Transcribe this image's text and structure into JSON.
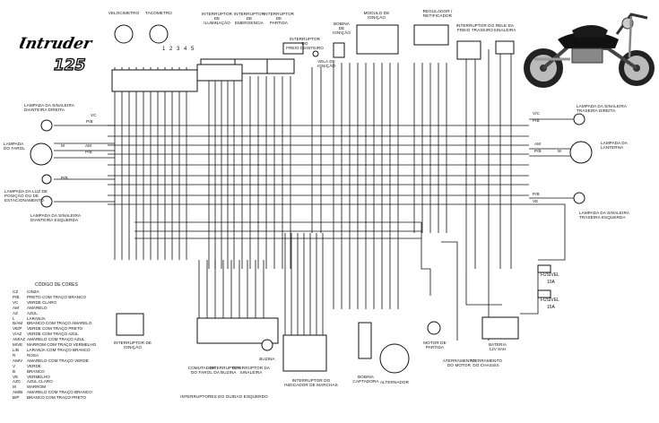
{
  "brand": {
    "name": "Intruder",
    "model": "125"
  },
  "labels": {
    "velocimetro": "VELOCIMETRO",
    "tacometro": "TACOMETRO",
    "int_iluminacao": [
      "INTERRUPTOR",
      "DE",
      "ILUMINAÇÃO"
    ],
    "int_emergencia": [
      "INTERRUPTOR",
      "DE",
      "EMERGENCIA"
    ],
    "int_partida": [
      "INTERRUPTOR",
      "DE",
      "PARTIDA"
    ],
    "int_freio_dianteiro": [
      "INTERRUPTOR",
      "DO",
      "FREIO DIANTEIRO"
    ],
    "vela_ignicao": [
      "VELA DE",
      "IGNIÇÃO"
    ],
    "bobina_ignicao": [
      "BOBINA",
      "DE",
      "IGNIÇÃO"
    ],
    "modulo_ignicao": [
      "MODULO DE",
      "IGNIÇÃO"
    ],
    "regulador": [
      "REGULADOR /",
      "RETIFICADOR"
    ],
    "int_freio_traseiro": [
      "INTERRUPTOR DO",
      "FREIO TRASEIRO"
    ],
    "rele_sinaleira": [
      "RELE DA",
      "SINALEIRA"
    ],
    "lamp_sin_dianteira_direita": [
      "LAMPADA DA SINALEIRA",
      "DIANTEIRA DIREITA"
    ],
    "lamp_farol": [
      "LAMPADA",
      "DO FAROL"
    ],
    "lamp_luz_posicao": [
      "LAMPADA DA LUZ DE",
      "POSIÇÃO OU DE",
      "ESTACIONAMENTO"
    ],
    "lamp_sin_dianteira_esquerda": [
      "LAMPADA DA SINALEIRA",
      "DIANTEIRA ESQUERDA"
    ],
    "lamp_sin_traseira_direita": [
      "LAMPADA DA SINALEIRA",
      "TRASEIRA DIREITA"
    ],
    "lamp_lanterna": [
      "LAMPADA DA",
      "LANTERNA"
    ],
    "lamp_sin_traseira_esquerda": [
      "LAMPADA DA SINALEIRA",
      "TRASEIRA ESQUERDA"
    ],
    "int_ignicao": [
      "INTERRUPTOR DE",
      "IGNIÇÃO"
    ],
    "comutador_farol": [
      "COMUTADOR",
      "DO FAROL"
    ],
    "int_buzina": [
      "INTERRUPTOR",
      "DA BUZINA"
    ],
    "int_sinaleira": [
      "INTERRUPTOR DA",
      "SINALEIRA"
    ],
    "guidao_esquerdo": "INTERRUPTORES DO GUIDAO ESQUERDO",
    "buzina": "BUZINA",
    "int_marchas": [
      "INTERRUPTOR DO",
      "INDICADOR DE MARCHAS"
    ],
    "bobina_captadora": [
      "BOBINA",
      "CAPTADORA"
    ],
    "alternador": "ALTERNADOR",
    "motor_partida": [
      "MOTOR DE",
      "PARTIDA"
    ],
    "aterramento_motor": [
      "ATERRAMENTO",
      "DO MOTOR"
    ],
    "aterramento_chassis": [
      "ATERRAMENTO",
      "DO CHASSIS"
    ],
    "bateria": [
      "BATERIA",
      "12V 8AH"
    ],
    "fusivel": "FUSIVEL",
    "fuse_10a": "10A",
    "fuse_15a": "15A",
    "indicator_numbers": [
      "1",
      "2",
      "3",
      "4",
      "5"
    ]
  },
  "wire_marks": {
    "front_right_turn": [
      "VC",
      "P/B"
    ],
    "headlight": [
      "AM",
      "P/B",
      "M"
    ],
    "position": [
      "P/B"
    ],
    "rear_right_turn": [
      "V/C",
      "P/B"
    ],
    "tail": [
      "AM",
      "P/B",
      "M"
    ],
    "rear_left_turn": [
      "P/B",
      "VE"
    ]
  },
  "legend": {
    "title": "CÓDIGO DE CORES",
    "items": [
      {
        "code": "CZ",
        "name": "CINZA"
      },
      {
        "code": "P/B",
        "name": "PRETO COM TRAÇO BRANCO"
      },
      {
        "code": "VC",
        "name": "VERDE CLARO"
      },
      {
        "code": "AM",
        "name": "AMARELO"
      },
      {
        "code": "AZ",
        "name": "AZUL"
      },
      {
        "code": "L",
        "name": "LARANJA"
      },
      {
        "code": "B/AM",
        "name": "BRANCO COM TRAÇO AMARELO"
      },
      {
        "code": "VE/P",
        "name": "VERDE COM TRAÇO PRETO"
      },
      {
        "code": "V/AZ",
        "name": "VERDE COM TRAÇO AZUL"
      },
      {
        "code": "AM/AZ",
        "name": "AMARELO COM TRAÇO AZUL"
      },
      {
        "code": "M/VE",
        "name": "MARROM COM TRAÇO VERMELHO"
      },
      {
        "code": "L/B",
        "name": "LARANJA COM TRAÇO BRANCO"
      },
      {
        "code": "R",
        "name": "ROSA"
      },
      {
        "code": "AM/V",
        "name": "AMARELO COM TRAÇO VERDE"
      },
      {
        "code": "V",
        "name": "VERDE"
      },
      {
        "code": "B",
        "name": "BRANCO"
      },
      {
        "code": "VE",
        "name": "VERMELHO"
      },
      {
        "code": "AZC",
        "name": "AZUL CLARO"
      },
      {
        "code": "M",
        "name": "MARROM"
      },
      {
        "code": "AM/B",
        "name": "AMARELO COM TRAÇO BRANCO"
      },
      {
        "code": "B/P",
        "name": "BRANCO COM TRAÇO PRETO"
      }
    ]
  },
  "colors": {
    "ink": "#111111",
    "paper": "#ffffff",
    "bike_chrome": "#9aa0a6"
  }
}
